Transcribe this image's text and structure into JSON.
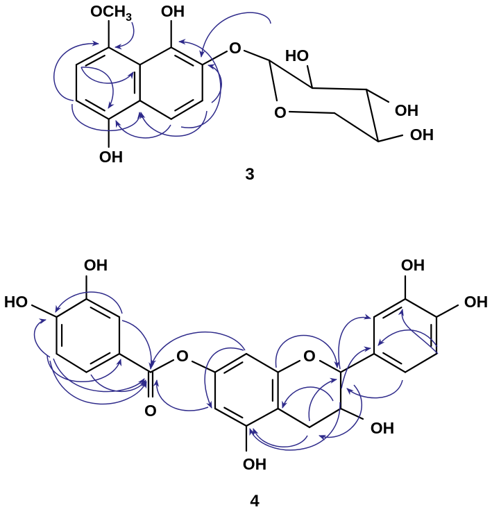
{
  "compound3": {
    "number": "3",
    "methoxy_main": "OCH",
    "methoxy_sub": "3",
    "oh_c1": "OH",
    "oh_c5": "OH",
    "glycosidic_o": "O",
    "ring_o": "O",
    "sugar_ho_2": "HO",
    "sugar_oh_3": "OH",
    "sugar_oh_4": "OH"
  },
  "compound4": {
    "number": "4",
    "galloyl_oh_3": "OH",
    "galloyl_ho_4": "HO",
    "carbonyl_o": "O",
    "ester_o": "O",
    "ring_o": "O",
    "oh_5": "OH",
    "oh_3": "OH",
    "oh_3p": "OH",
    "oh_4p": "OH"
  },
  "colors": {
    "bond": "#000000",
    "hmbc_arrow": "#2e2a8a"
  }
}
